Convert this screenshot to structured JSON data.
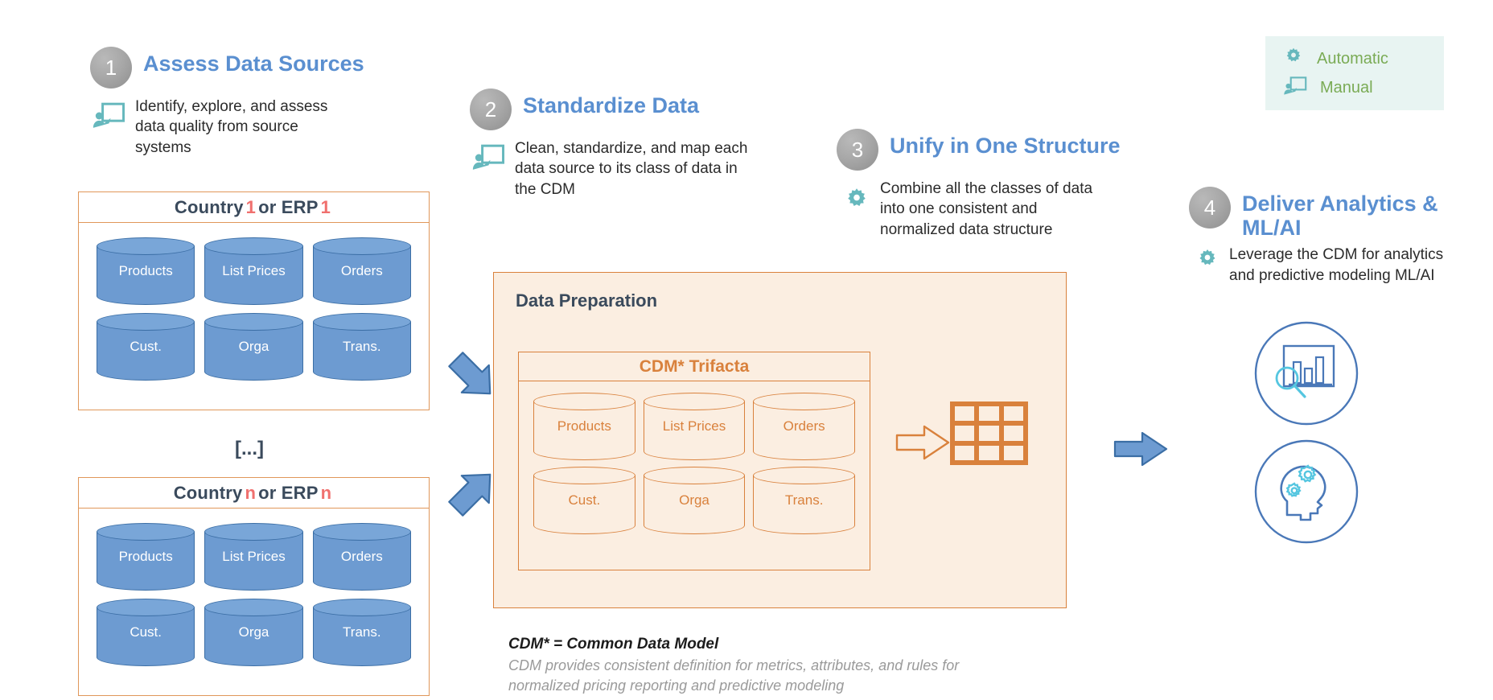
{
  "legend": {
    "items": [
      {
        "label": "Automatic",
        "icon": "gear-icon"
      },
      {
        "label": "Manual",
        "icon": "presentation-person-icon"
      }
    ],
    "bg_color": "#e8f4f2",
    "text_color": "#7aab55"
  },
  "steps": [
    {
      "number": "1",
      "title": "Assess Data Sources",
      "description": "Identify, explore, and assess\ndata quality from source\nsystems",
      "icon": "presentation-person-icon"
    },
    {
      "number": "2",
      "title": "Standardize Data",
      "description": "Clean, standardize, and map each\ndata source to its class of data in\nthe CDM",
      "icon": "presentation-person-icon"
    },
    {
      "number": "3",
      "title": "Unify in One Structure",
      "description": "Combine all the classes of data\ninto one consistent and\nnormalized data structure",
      "icon": "gear-icon"
    },
    {
      "number": "4",
      "title": "Deliver Analytics &\nML/AI",
      "description": "Leverage the CDM for analytics\nand predictive modeling ML/AI",
      "icon": "gear-icon"
    }
  ],
  "source_systems": [
    {
      "title_prefix": "Country ",
      "title_index": "1",
      "title_middle": " or ERP ",
      "title_index2": "1",
      "cylinders": [
        "Products",
        "List\nPrices",
        "Orders",
        "Cust.",
        "Orga",
        "Trans."
      ]
    },
    {
      "title_prefix": "Country ",
      "title_index": "n",
      "title_middle": " or ERP ",
      "title_index2": "n",
      "cylinders": [
        "Products",
        "List\nPrices",
        "Orders",
        "Cust.",
        "Orga",
        "Trans."
      ]
    }
  ],
  "ellipsis": "[...]",
  "data_prep": {
    "title": "Data Preparation",
    "cdm_title": "CDM* Trifacta",
    "cylinders": [
      "Products",
      "List\nPrices",
      "Orders",
      "Cust.",
      "Orga",
      "Trans."
    ],
    "output_icon": "table-grid-icon"
  },
  "footnote": {
    "line1": "CDM* = Common Data Model",
    "line2": "CDM provides consistent definition for metrics, attributes, and rules for\nnormalized pricing reporting and predictive modeling"
  },
  "outputs": [
    {
      "name": "analytics-dashboard-icon"
    },
    {
      "name": "ml-ai-brain-icon"
    }
  ],
  "colors": {
    "step_title": "#5a8fd0",
    "accent_orange": "#d9813c",
    "accent_teal": "#66b8bd",
    "cylinder_blue": "#6d9bd1",
    "highlight_red": "#f0706e",
    "legend_green": "#7aab55",
    "dark_slate": "#3a4a5c"
  }
}
